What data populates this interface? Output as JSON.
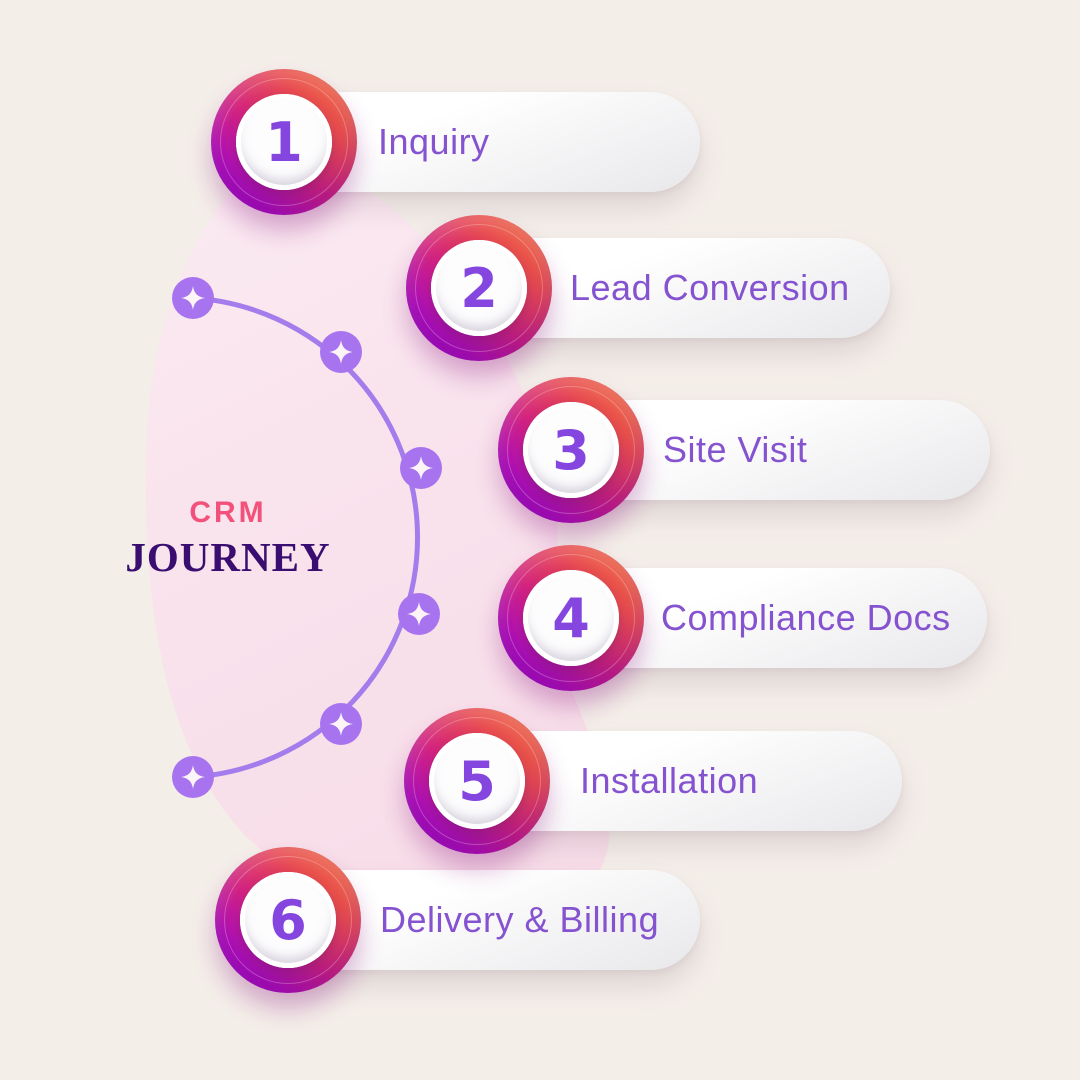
{
  "title": {
    "line1": "CRM",
    "line2": "JOURNEY",
    "line1_color": "#F2517C",
    "line2_color": "#3A0D70"
  },
  "steps": [
    {
      "number": "1",
      "label": "Inquiry"
    },
    {
      "number": "2",
      "label": "Lead Conversion"
    },
    {
      "number": "3",
      "label": "Site Visit"
    },
    {
      "number": "4",
      "label": "Compliance Docs"
    },
    {
      "number": "5",
      "label": "Installation"
    },
    {
      "number": "6",
      "label": "Delivery & Billing"
    }
  ],
  "colors": {
    "page_background": "#F4EEE9",
    "pink_blob": "#F9E3ED",
    "badge_gradient_start": "#F37031",
    "badge_gradient_mid": "#D42380",
    "badge_gradient_end": "#9C08D0",
    "badge_number": "#8546E0",
    "pill_label": "#8552D0",
    "arc_line": "#A57CEB",
    "sparkle_node": "#A873EE"
  },
  "decor": {
    "sparkle_icon": "four-point-star",
    "node_count": 6
  }
}
